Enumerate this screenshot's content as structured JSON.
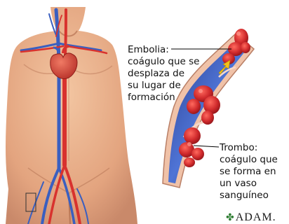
{
  "labels": {
    "embolia": "Embolia:\ncoágulo que se\ndesplaza de\nsu lugar de\nformación",
    "trombo": "Trombo:\ncoágulo que\nse forma en\nun vaso\nsanguíneo"
  },
  "logo": {
    "mark": "✤",
    "text": "ADAM."
  },
  "colors": {
    "skin": "#e7b08b",
    "artery": "#d8322e",
    "vein": "#3a5fc0",
    "clot": "#c8232a",
    "vessel_wall": "#f0c2a8",
    "arrow": "#f2c21a"
  }
}
